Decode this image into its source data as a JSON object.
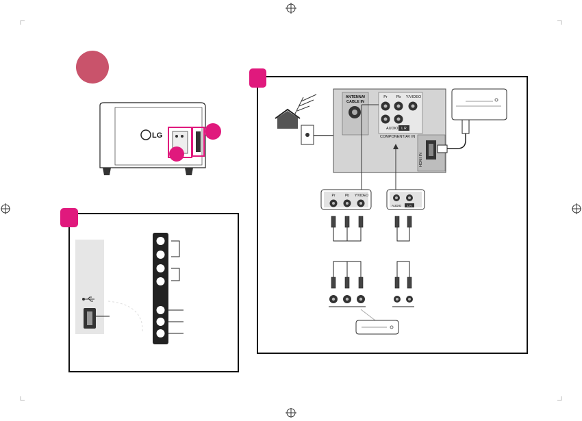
{
  "colors": {
    "step_marker": "#e0197d",
    "step_circle": "#c9536b",
    "highlight": "#e0197d",
    "panel_gray": "#d4d4d4"
  },
  "tv_back": {
    "logo_text": "LG"
  },
  "rear_panel": {
    "antenna_label_line1": "ANTENNA/",
    "antenna_label_line2": "CABLE IN",
    "jack_labels": [
      "Pr",
      "Pb",
      "Y/VIDEO"
    ],
    "audio_label": "AUDIO",
    "audio_channels": "L R",
    "component_label": "COMPONENT/AV IN",
    "hdmi_label": "HDMI IN"
  },
  "adapters": {
    "video_labels": [
      "Pr",
      "Pb",
      "Y/VIDEO"
    ],
    "audio_label": "AUDIO",
    "audio_channels": "L R"
  },
  "icons": [
    "registration-mark-icon",
    "usb-icon",
    "house-antenna-icon",
    "cable-box-icon",
    "hdmi-plug-icon",
    "av-device-icon",
    "rca-plug-icon"
  ]
}
